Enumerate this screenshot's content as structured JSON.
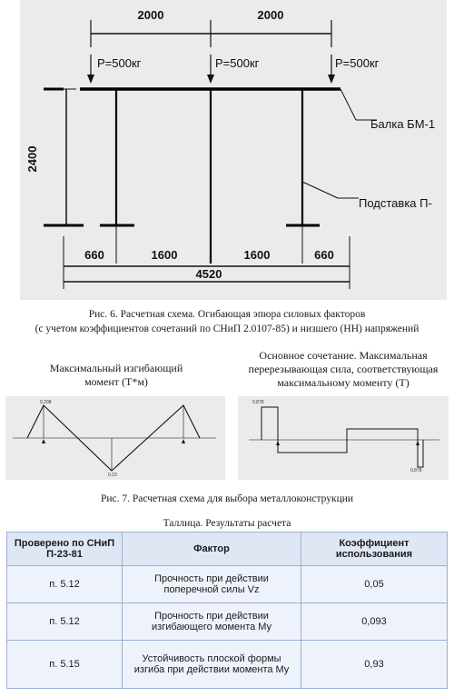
{
  "fig6": {
    "dim_top": [
      "2000",
      "2000"
    ],
    "loads": [
      "P=500кг",
      "P=500кг",
      "P=500кг"
    ],
    "dim_side": "2400",
    "label_beam": "Балка БМ-1",
    "label_stand": "Подставка П-",
    "dim_bottom": [
      "660",
      "1600",
      "1600",
      "660"
    ],
    "dim_total": "4520",
    "caption_line1": "Рис. 6. Расчетная схема. Огибающая эпюра силовых факторов",
    "caption_line2": "(с учетом коэффициентов сочетаний по СНиП 2.0107-85) и низшего (НН) напряжений"
  },
  "fig7": {
    "left_title_1": "Максимальный изгибающий",
    "left_title_2": "момент (Т*м)",
    "right_title_1": "Основное сочетание. Максимальная",
    "right_title_2": "перерезывающая сила, соответствующая",
    "right_title_3": "максимальному моменту (Т)",
    "moment_labels": [
      "0.208",
      "0.23"
    ],
    "shear_labels": [
      "0.878",
      "0.878"
    ],
    "caption": "Рис. 7. Расчетная схема для выбора металлоконструкции"
  },
  "table": {
    "title": "Таллица. Результаты расчета",
    "headers": [
      "Проверено по СНиП П-23-81",
      "Фактор",
      "Коэффициент использования"
    ],
    "rows": [
      [
        "п. 5.12",
        "Прочность при действии поперечной силы Vz",
        "0,05"
      ],
      [
        "п. 5.12",
        "Прочность при действии изгибающего момента My",
        "0,093"
      ],
      [
        "п. 5.15",
        "Устойчивость плоской формы изгиба при действии момента My",
        "0,93"
      ]
    ]
  }
}
